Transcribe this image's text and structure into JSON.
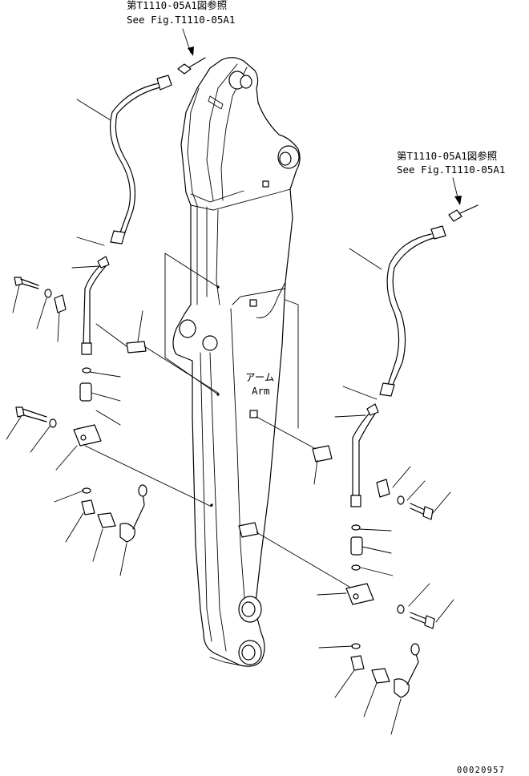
{
  "references": {
    "top": {
      "line_ja": "第T1110-05A1図参照",
      "line_en": "See Fig.T1110-05A1"
    },
    "right": {
      "line_ja": "第T1110-05A1図参照",
      "line_en": "See Fig.T1110-05A1"
    }
  },
  "arm_label": {
    "ja": "アーム",
    "en": "Arm"
  },
  "drawing_code": "00020957"
}
